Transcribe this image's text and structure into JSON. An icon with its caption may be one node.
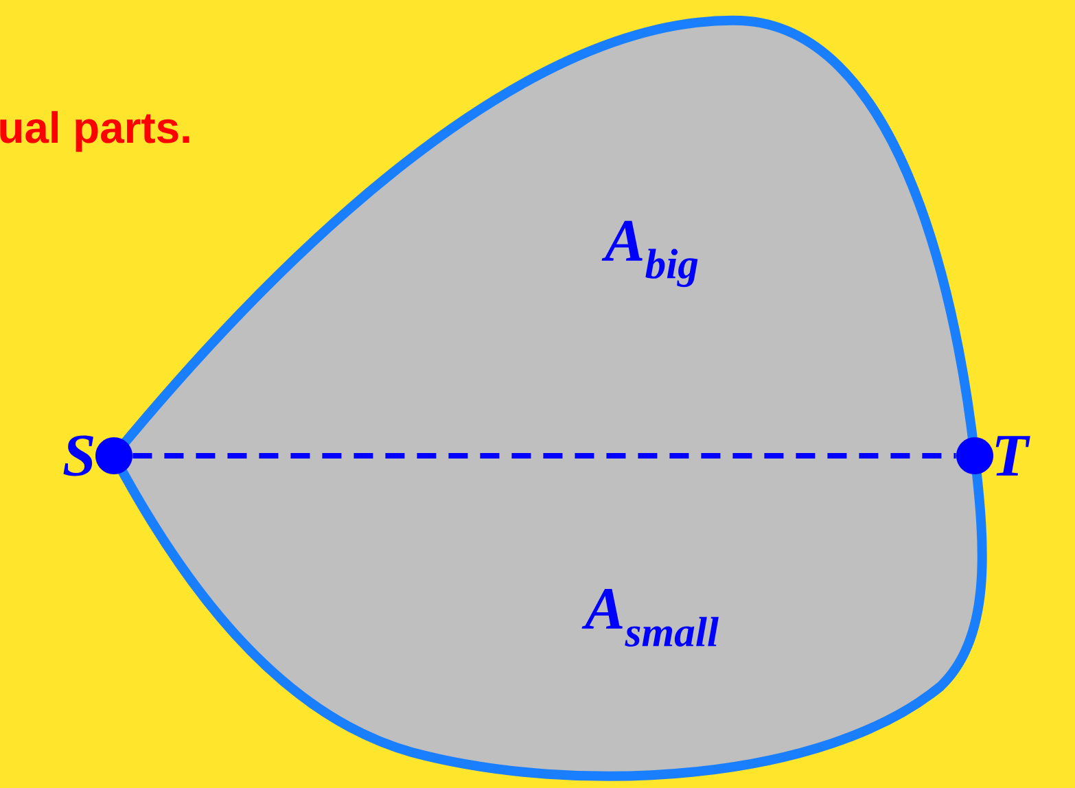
{
  "diagram": {
    "title": "ual parts.",
    "nodes": [
      {
        "text": [
          "S"
        ]
      },
      {
        "text": [
          "T"
        ]
      }
    ],
    "edges": [
      {
        "from": 0,
        "to": 1,
        "arrow": "none",
        "style": "dashed",
        "color": "#0000ff"
      }
    ],
    "labels": [
      "A$_{big}$",
      "A$_{small}$"
    ]
  }
}
